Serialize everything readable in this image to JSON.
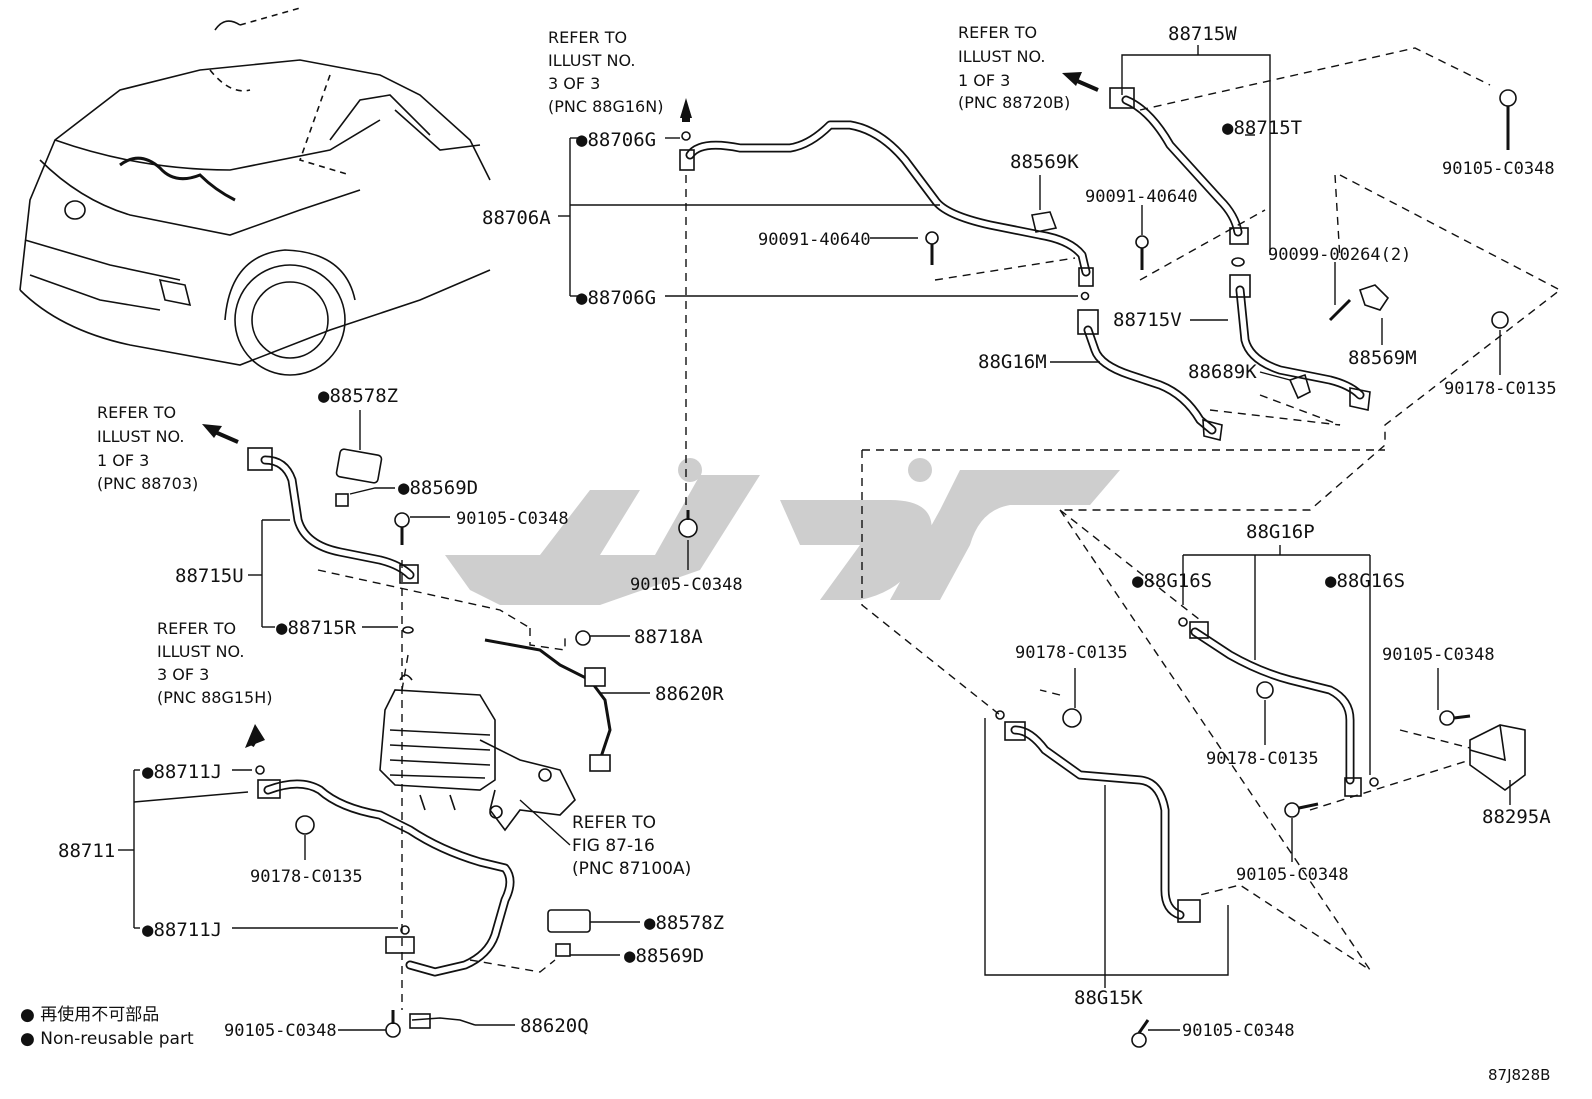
{
  "labels": {
    "p88715W": "88715W",
    "p88715T": "●88715T",
    "p90105_tr": "90105-C0348",
    "p90091_r": "90091-40640",
    "p90099": "90099-00264(2)",
    "p88569K": "88569K",
    "p88715V": "88715V",
    "p88569M": "88569M",
    "p90178_tr": "90178-C0135",
    "p88689K": "88689K",
    "p88G16M": "88G16M",
    "p88706G_top": "●88706G",
    "p88706A": "88706A",
    "p90091_c": "90091-40640",
    "p88706G_bot": "●88706G",
    "p90105_c": "90105-C0348",
    "p88578Z_top": "●88578Z",
    "p88569D_top": "●88569D",
    "p90105_l": "90105-C0348",
    "p88715U": "88715U",
    "p88715R": "●88715R",
    "p88718A": "88718A",
    "p88620R": "88620R",
    "p88711J_top": "●88711J",
    "p88711": "88711",
    "p90178_l": "90178-C0135",
    "p88711J_bot": "●88711J",
    "p88578Z_bot": "●88578Z",
    "p88569D_bot": "●88569D",
    "p90105_bl": "90105-C0348",
    "p88620Q": "88620Q",
    "p88G16P": "88G16P",
    "p88G16S_l": "●88G16S",
    "p88G16S_r": "●88G16S",
    "p90178_m": "90178-C0135",
    "p90178_m2": "90178-C0135",
    "p90105_r": "90105-C0348",
    "p88295A": "88295A",
    "p90105_r2": "90105-C0348",
    "p88G15K": "88G15K",
    "p90105_b": "90105-C0348"
  },
  "refs": {
    "ref_top_center": [
      "REFER TO",
      "ILLUST NO.",
      "3 OF 3",
      "(PNC 88G16N)"
    ],
    "ref_top_right": [
      "REFER TO",
      "ILLUST NO.",
      "1 OF 3",
      "(PNC 88720B)"
    ],
    "ref_left_upper": [
      "REFER TO",
      "ILLUST NO.",
      "1 OF 3",
      "(PNC 88703)"
    ],
    "ref_left_lower": [
      "REFER TO",
      "ILLUST NO.",
      "3 OF 3",
      "(PNC 88G15H)"
    ],
    "ref_fig": [
      "REFER TO",
      "FIG 87-16",
      "(PNC 87100A)"
    ]
  },
  "legend": {
    "line_jp": "● 再使用不可部品",
    "line_en": "● Non-reusable part"
  },
  "diagram_code": "87J828B"
}
